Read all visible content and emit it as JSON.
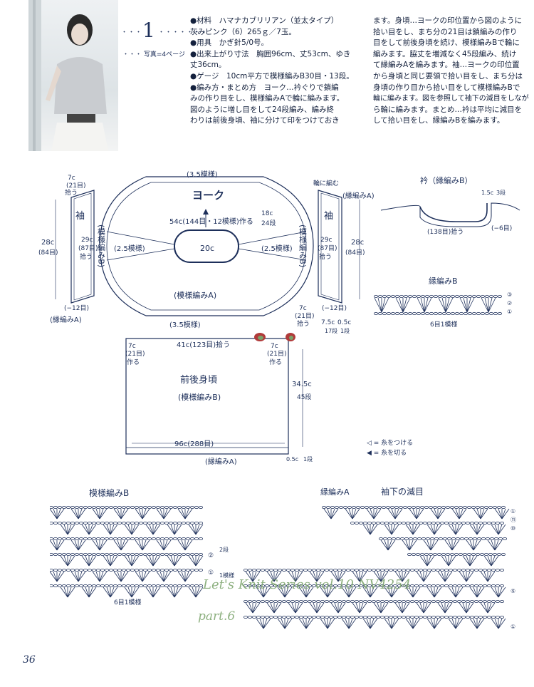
{
  "header": {
    "pattern_number": "1",
    "photo_ref": "写真=4ページ"
  },
  "materials": {
    "line1": "●材料　ハマナカブリリアン（並太タイプ）",
    "line2": "灰みピンク（6）265ｇ／7玉。",
    "line3": "●用具　かぎ針5/0号。",
    "line4": "●出来上がり寸法　胸囲96cm、丈53cm、ゆき",
    "line5": "丈36cm。",
    "line6": "●ゲージ　10cm平方で模様編みB30目・13段。",
    "line7": "●編み方・まとめ方　ヨーク…衿ぐりで鎖編",
    "line8": "みの作り目をし、模様編みAで輪に編みます。",
    "line9": "図のように増し目をして24段編み、編み終",
    "line10": "わりは前後身頃、袖に分けて印をつけておき"
  },
  "instructions": {
    "line1": "ます。身頃…ヨークの印位置から図のように",
    "line2": "拾い目をし、まち分の21目は鎖編みの作り",
    "line3": "目をして前後身頃を続け、模様編みBで輪に",
    "line4": "編みます。脇丈を増減なく45段編み、続け",
    "line5": "て縁編みAを編みます。袖…ヨークの印位置",
    "line6": "から身頃と同じ要領で拾い目をし、まち分は",
    "line7": "身頃の作り目から拾い目をして模様編みBで",
    "line8": "輪に編みます。図を参照して袖下の減目をしなが",
    "line9": "ら輪に編みます。まとめ…衿は平均に減目を",
    "line10": "して拾い目をし、縁編みBを編みます。"
  },
  "diagram": {
    "yoke_title": "ヨーク",
    "yoke_top_pattern": "(3.5模様)",
    "yoke_bottom_pattern": "(3.5模様)",
    "yoke_inner": "54c(144目・12模様)作る",
    "yoke_center": "20c",
    "yoke_depth": "18c",
    "yoke_rows": "24段",
    "yoke_left_pattern": "(2.5模様)",
    "yoke_right_pattern": "(2.5模様)",
    "yoke_pattern_a": "(模様編みA)",
    "sleeve_label": "袖",
    "sleeve_pattern_b": "(模様編みB)",
    "sleeve_top_w": "7c",
    "sleeve_top_stitches": "(21目)",
    "sleeve_pick": "拾う",
    "sleeve_height": "28c",
    "sleeve_height_stitches": "(84目)",
    "sleeve_inner_w": "29c",
    "sleeve_inner_stitches": "(87目)",
    "sleeve_dec": "(−12目)",
    "edge_a": "(縁編みA)",
    "ring_knit": "輪に編む",
    "body_width": "41c(123目)拾う",
    "body_make_left": "7c",
    "body_make_left2": "(21目)",
    "body_make_left3": "作る",
    "body_title": "前後身頃",
    "body_pattern": "(模様編みB)",
    "body_height": "34.5c",
    "body_rows": "45段",
    "body_bottom": "96c(288目)",
    "body_edge": "(縁編みA)",
    "body_edge_h": "0.5c",
    "body_edge_rows": "1段",
    "sleeve_right_7c": "7.5c",
    "sleeve_right_05": "0.5c",
    "sleeve_right_rows1": "17段",
    "sleeve_right_rows2": "1段",
    "collar_title": "衿（縁編みB）",
    "collar_15": "1.5c",
    "collar_3": "3段",
    "collar_pick": "(138目)拾う",
    "collar_dec": "(−6目)",
    "edge_b_title": "縁編みB",
    "edge_b_repeat": "6目1模様",
    "legend_attach": "◁ = 糸をつける",
    "legend_cut": "◀ = 糸を切る",
    "pattern_b_title": "模様編みB",
    "pattern_b_repeat": "6目1模様",
    "pattern_b_rows": "2段",
    "pattern_b_rows2": "1模様",
    "edge_a_title": "縁編みA",
    "sleeve_dec_title": "袖下の減目"
  },
  "watermark": {
    "line1": "Let's Knit Series vol.10 NV4254",
    "line2": "part.6"
  },
  "footer": {
    "page_number": "36"
  }
}
